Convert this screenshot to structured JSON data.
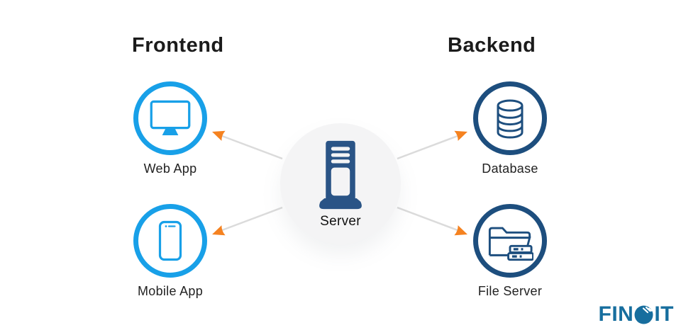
{
  "headings": {
    "frontend": "Frontend",
    "backend": "Backend"
  },
  "center_node": {
    "label": "Server",
    "icon": "server-tower-icon"
  },
  "frontend_nodes": [
    {
      "label": "Web App",
      "icon": "monitor-icon"
    },
    {
      "label": "Mobile App",
      "icon": "smartphone-icon"
    }
  ],
  "backend_nodes": [
    {
      "label": "Database",
      "icon": "database-icon"
    },
    {
      "label": "File Server",
      "icon": "folder-server-icon"
    }
  ],
  "logo": {
    "prefix": "FIN",
    "suffix": "IT",
    "name": "FINOIT",
    "o_icon": "fingerprint-circle-icon"
  },
  "colors": {
    "frontend_ring": "#18A0E8",
    "backend_ring": "#1D4E7E",
    "server_icon": "#2A5486",
    "center_circle_fill": "#F4F4F5",
    "connector_line": "#DBDBDB",
    "arrowhead": "#F58220",
    "heading_text": "#1B1B1B",
    "label_text": "#222222",
    "logo_color": "#176E9E"
  }
}
